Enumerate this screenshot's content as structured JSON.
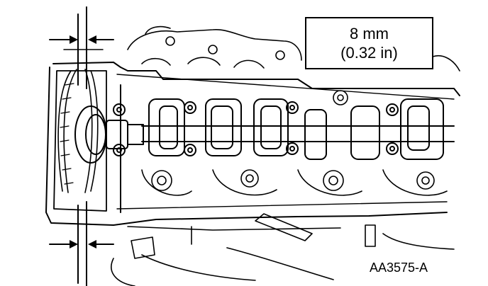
{
  "callout": {
    "metric": "8 mm",
    "imperial": "(0.32 in)"
  },
  "figure_ref": "AA3575-A",
  "colors": {
    "ink": "#000000",
    "paper": "#ffffff"
  }
}
